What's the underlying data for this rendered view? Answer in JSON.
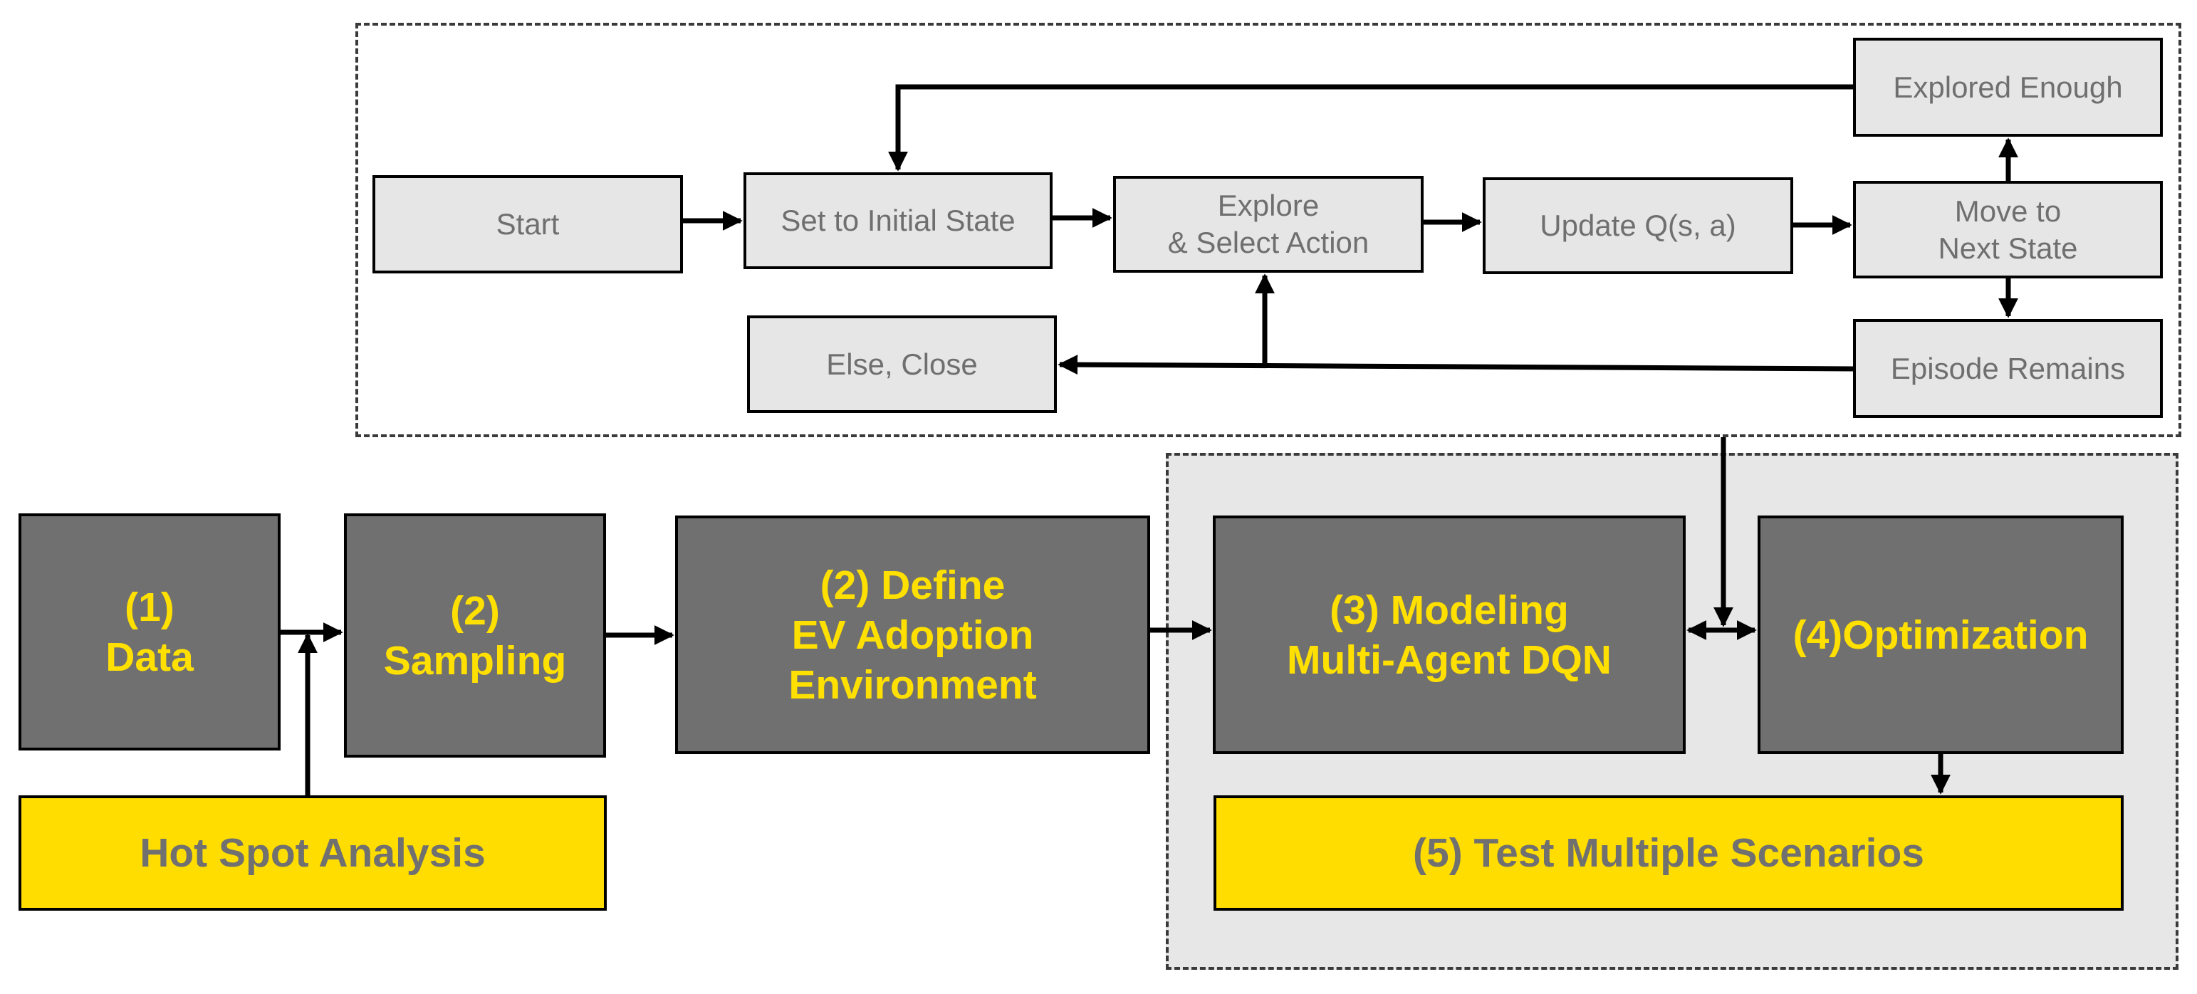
{
  "flowchart": {
    "start": "Start",
    "set_initial_state": "Set to Initial State",
    "explore_select_action": "Explore\n& Select Action",
    "update_q": "Update Q(s, a)",
    "move_next_state": "Move to\nNext State",
    "explored_enough": "Explored Enough",
    "episode_remains": "Episode Remains",
    "else_close": "Else, Close"
  },
  "pipeline": {
    "data": "(1)\nData",
    "sampling": "(2)\nSampling",
    "define_env": "(2) Define\nEV Adoption\nEnvironment",
    "modeling": "(3) Modeling\nMulti-Agent DQN",
    "optimization": "(4)Optimization",
    "hot_spot": "Hot Spot Analysis",
    "test_scenarios": "(5) Test Multiple Scenarios"
  },
  "colors": {
    "dark_box": "#707070",
    "light_box": "#e6e6e6",
    "accent_yellow": "#ffdd00",
    "label_yellow": "#ffe000",
    "group_background": "#e7e7e7"
  }
}
